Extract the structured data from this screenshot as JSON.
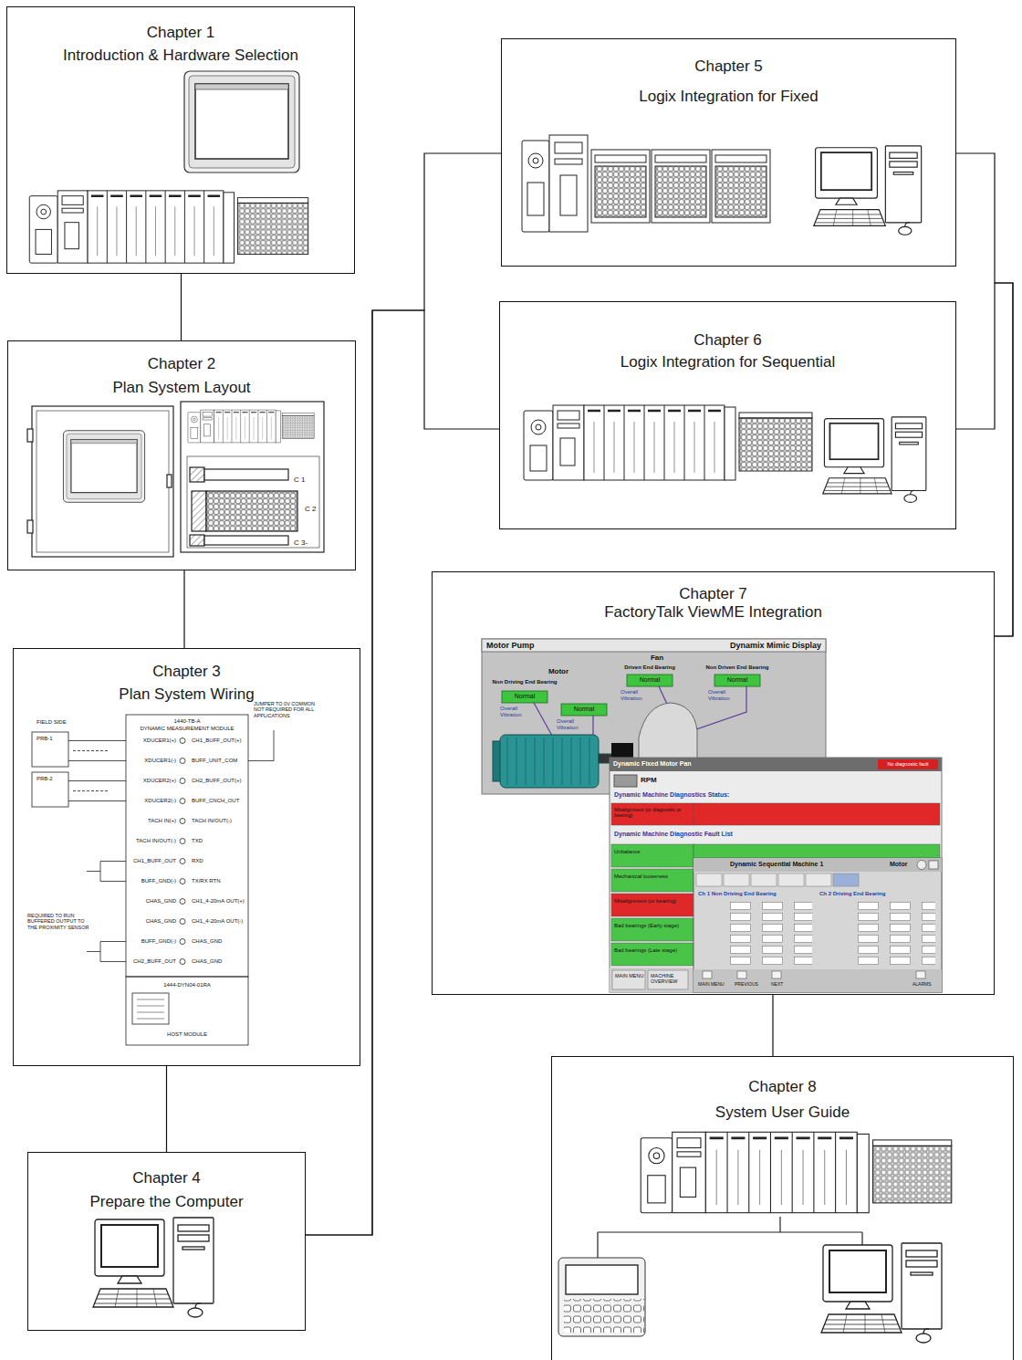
{
  "diagram": {
    "nodes": [
      {
        "text": [
          "Chapter 1",
          "Introduction & Hardware Selection"
        ]
      },
      {
        "text": [
          "Chapter 2",
          "Plan System Layout"
        ]
      },
      {
        "text": [
          "Chapter 3",
          "Plan System Wiring"
        ]
      },
      {
        "text": [
          "Chapter 4",
          "Prepare the Computer"
        ]
      },
      {
        "text": [
          "Chapter 5",
          "Logix Integration for Fixed"
        ]
      },
      {
        "text": [
          "Chapter 6",
          "Logix Integration for Sequential"
        ]
      },
      {
        "text": [
          "Chapter 7",
          "FactoryTalk ViewME Integration"
        ]
      },
      {
        "text": [
          "Chapter 8",
          "System User Guide"
        ]
      }
    ],
    "edges": [
      {
        "from": 0,
        "to": 1,
        "arrow": "none"
      },
      {
        "from": 1,
        "to": 2,
        "arrow": "none"
      },
      {
        "from": 2,
        "to": 3,
        "arrow": "none"
      },
      {
        "from": 3,
        "to": 4,
        "arrow": "none"
      },
      {
        "from": 3,
        "to": 5,
        "arrow": "none"
      },
      {
        "from": 4,
        "to": 6,
        "arrow": "none"
      },
      {
        "from": 5,
        "to": 6,
        "arrow": "none"
      },
      {
        "from": 6,
        "to": 7,
        "arrow": "none"
      }
    ],
    "labels": [
      "C 1",
      "C 2",
      "C 3-",
      "1440-TB-A",
      "DYNAMIC MEASUREMENT MODULE",
      "FIELD SIDE",
      "JUMPER TO 0V COMMON NOT REQUIRED FOR ALL APPLICATIONS",
      "REQUIRED TO RUN BUFFERED OUTPUT TO THE PROXIMITY SENSOR",
      "PRB-1",
      "PRB-2",
      "XDUCER1(+)",
      "XDUCER1(-)",
      "XDUCER2(+)",
      "XDUCER2(-)",
      "TACH IN(+)",
      "TACH IN/OUT(-)",
      "CH1_BUFF_OUT",
      "BUFF_GND(-)",
      "CHAS_GND",
      "CHAS_GND",
      "BUFF_GND(-)",
      "CH2_BUFF_OUT",
      "CH1_BUFF_OUT(+)",
      "BUFF_UNIT_COM",
      "CH2_BUFF_OUT(+)",
      "BUFF_CNCH_OUT",
      "TACH IN/OUT(-)",
      "TXD",
      "RXD",
      "TX/RX RTN",
      "CH1_4-20mA OUT(+)",
      "CH1_4-20mA OUT(-)",
      "CHAS_GND",
      "CHAS_GND",
      "1444-DYN04-01RA",
      "HOST MODULE",
      "Motor Pump",
      "Dynamix Mimic Display",
      "Fan",
      "Motor",
      "Non Driving End Bearing",
      "Normal",
      "Overall Vibration",
      "Normal",
      "Overall Vibration",
      "Driven End Bearing",
      "Normal",
      "Overall Vibration",
      "Non Driven End Bearing",
      "Normal",
      "Overall Vibration",
      "Dynamic Fixed Motor Pan",
      "No diagnostic fault",
      "RPM",
      "Dynamic Machine Diagnostics Status:",
      "Misalignment (or diagnostic or bearing)",
      "Dynamic Machine Diagnostic Fault List",
      "Unbalance",
      "Mechanical looseness",
      "Misalignment (or bearing)",
      "Bad bearings (Early stage)",
      "Bad bearings (Late stage)",
      "MAIN MENU",
      "MACHINE OVERVIEW",
      "Dynamic Sequential Machine 1",
      "Motor",
      "Ch 1 Non Driving End Bearing",
      "Ch 2 Driving End Bearing",
      "MAIN MENU",
      "PREVIOUS",
      "NEXT",
      "ALARMS"
    ]
  }
}
